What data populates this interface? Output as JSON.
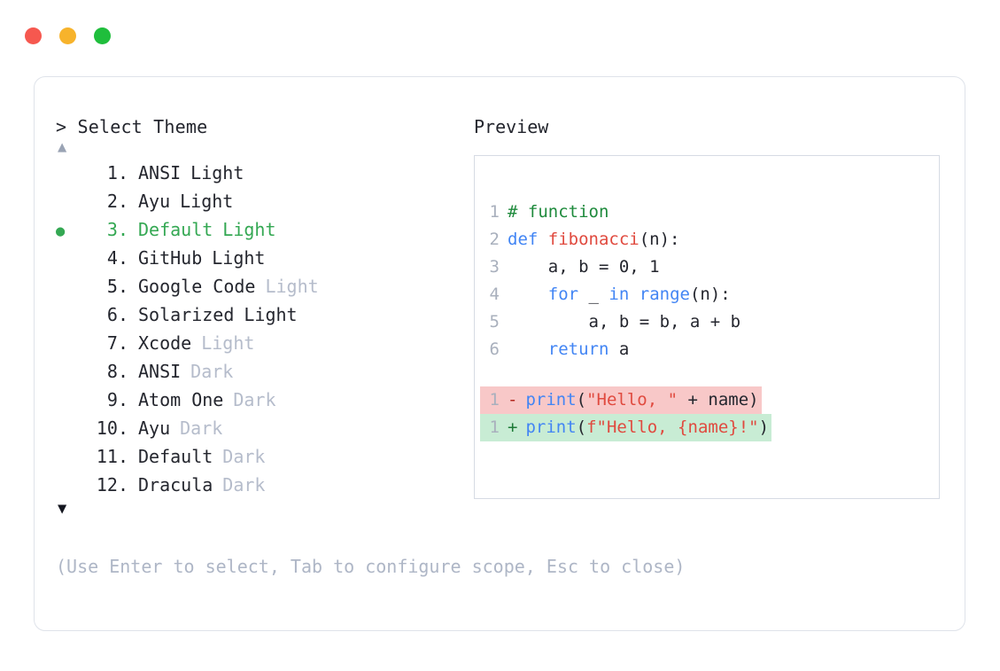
{
  "window": {
    "dots": [
      {
        "name": "close",
        "color": "#f6584f"
      },
      {
        "name": "minimize",
        "color": "#f7b32b"
      },
      {
        "name": "maximize",
        "color": "#1fbe3c"
      }
    ]
  },
  "selector": {
    "prompt": "> Select Theme",
    "scroll_up": "▲",
    "scroll_down": "▼",
    "selected_index": 3,
    "bullet": "●",
    "items": [
      {
        "num": "1.",
        "name": "ANSI",
        "variant": "Light",
        "variant_dim": false,
        "selected": false
      },
      {
        "num": "2.",
        "name": "Ayu",
        "variant": "Light",
        "variant_dim": false,
        "selected": false
      },
      {
        "num": "3.",
        "name": "Default",
        "variant": "Light",
        "variant_dim": false,
        "selected": true
      },
      {
        "num": "4.",
        "name": "GitHub",
        "variant": "Light",
        "variant_dim": false,
        "selected": false
      },
      {
        "num": "5.",
        "name": "Google Code",
        "variant": "Light",
        "variant_dim": true,
        "selected": false
      },
      {
        "num": "6.",
        "name": "Solarized",
        "variant": "Light",
        "variant_dim": false,
        "selected": false
      },
      {
        "num": "7.",
        "name": "Xcode",
        "variant": "Light",
        "variant_dim": true,
        "selected": false
      },
      {
        "num": "8.",
        "name": "ANSI",
        "variant": "Dark",
        "variant_dim": true,
        "selected": false
      },
      {
        "num": "9.",
        "name": "Atom One",
        "variant": "Dark",
        "variant_dim": true,
        "selected": false
      },
      {
        "num": "10.",
        "name": "Ayu",
        "variant": "Dark",
        "variant_dim": true,
        "selected": false
      },
      {
        "num": "11.",
        "name": "Default",
        "variant": "Dark",
        "variant_dim": true,
        "selected": false
      },
      {
        "num": "12.",
        "name": "Dracula",
        "variant": "Dark",
        "variant_dim": true,
        "selected": false
      }
    ],
    "hint": "(Use Enter to select, Tab to configure scope, Esc to close)"
  },
  "preview": {
    "label": "Preview",
    "code_lines": [
      {
        "no": "1",
        "tokens": [
          {
            "t": "# function",
            "c": "comment"
          }
        ]
      },
      {
        "no": "2",
        "tokens": [
          {
            "t": "def ",
            "c": "keyword"
          },
          {
            "t": "fibonacci",
            "c": "func"
          },
          {
            "t": "(n):",
            "c": "plain"
          }
        ]
      },
      {
        "no": "3",
        "tokens": [
          {
            "t": "    a, b = 0, 1",
            "c": "plain"
          }
        ]
      },
      {
        "no": "4",
        "tokens": [
          {
            "t": "    ",
            "c": "plain"
          },
          {
            "t": "for",
            "c": "keyword"
          },
          {
            "t": " _ ",
            "c": "plain"
          },
          {
            "t": "in ",
            "c": "keyword"
          },
          {
            "t": "range",
            "c": "builtin"
          },
          {
            "t": "(n):",
            "c": "plain"
          }
        ]
      },
      {
        "no": "5",
        "tokens": [
          {
            "t": "        a, b = b, a + b",
            "c": "plain"
          }
        ]
      },
      {
        "no": "6",
        "tokens": [
          {
            "t": "    ",
            "c": "plain"
          },
          {
            "t": "return",
            "c": "keyword"
          },
          {
            "t": " a",
            "c": "plain"
          }
        ]
      }
    ],
    "diff_lines": [
      {
        "no": "1",
        "marker": "-",
        "kind": "del",
        "tokens": [
          {
            "t": "print",
            "c": "builtin"
          },
          {
            "t": "(",
            "c": "plain"
          },
          {
            "t": "\"Hello, \"",
            "c": "string"
          },
          {
            "t": " + name)",
            "c": "plain"
          }
        ]
      },
      {
        "no": "1",
        "marker": "+",
        "kind": "add",
        "tokens": [
          {
            "t": "print",
            "c": "builtin"
          },
          {
            "t": "(",
            "c": "plain"
          },
          {
            "t": "f\"Hello, {name}!\"",
            "c": "string"
          },
          {
            "t": ")",
            "c": "plain"
          }
        ]
      }
    ]
  },
  "colors": {
    "accent_green": "#34a853",
    "dim_text": "#b5bccb",
    "body_text": "#24262e",
    "hint_text": "#aeb6c6",
    "card_border": "#dfe3ea",
    "preview_border": "#d6dbe4",
    "diff_del_bg": "#f8c8c8",
    "diff_add_bg": "#c8ecd4"
  }
}
